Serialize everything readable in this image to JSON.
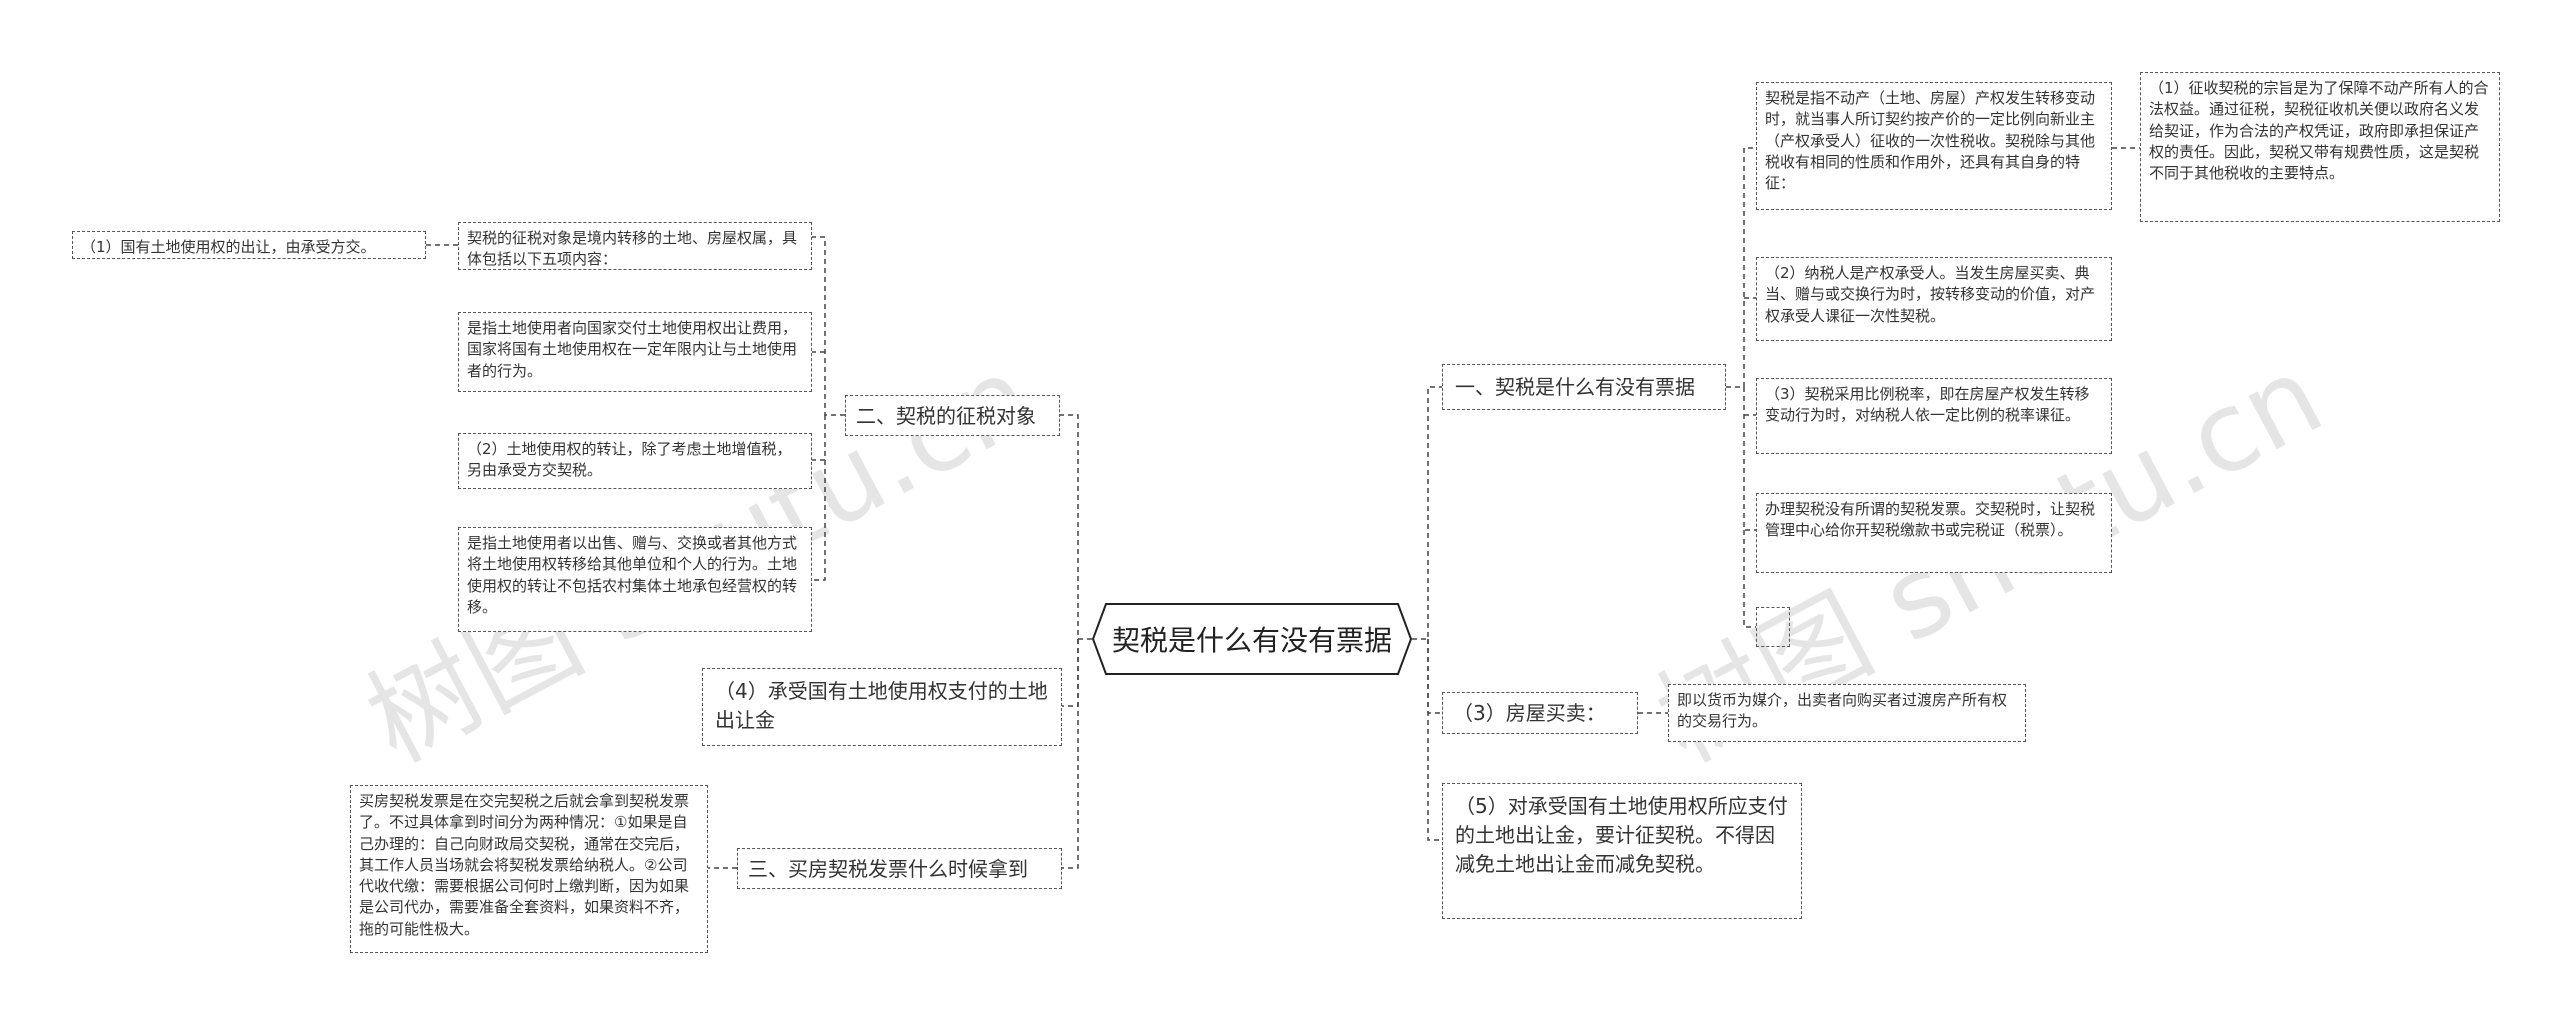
{
  "watermarks": [
    "树图 shutu.cn",
    "树图 shutu.cn"
  ],
  "root": "契税是什么有没有票据",
  "left": {
    "b2": {
      "label": "二、契税的征税对象",
      "items": [
        "契税的征税对象是境内转移的土地、房屋权属，具体包括以下五项内容：",
        "是指土地使用者向国家交付土地使用权出让费用，国家将国有土地使用权在一定年限内让与土地使用者的行为。",
        "（2）土地使用权的转让，除了考虑土地增值税，另由承受方交契税。",
        "是指土地使用者以出售、赠与、交换或者其他方式将土地使用权转移给其他单位和个人的行为。土地使用权的转让不包括农村集体土地承包经营权的转移。"
      ],
      "sub": "（1）国有土地使用权的出让，由承受方交。"
    },
    "b4": "（4）承受国有土地使用权支付的土地出让金",
    "b3": {
      "label": "三、买房契税发票什么时候拿到",
      "detail": "买房契税发票是在交完契税之后就会拿到契税发票了。不过具体拿到时间分为两种情况：①如果是自己办理的：自己向财政局交契税，通常在交完后，其工作人员当场就会将契税发票给纳税人。②公司代收代缴：需要根据公司何时上缴判断，因为如果是公司代办，需要准备全套资料，如果资料不齐，拖的可能性极大。"
    }
  },
  "right": {
    "b1": {
      "label": "一、契税是什么有没有票据",
      "items": [
        "契税是指不动产（土地、房屋）产权发生转移变动时，就当事人所订契约按产价的一定比例向新业主（产权承受人）征收的一次性税收。契税除与其他税收有相同的性质和作用外，还具有其自身的特征：",
        "（2）纳税人是产权承受人。当发生房屋买卖、典当、赠与或交换行为时，按转移变动的价值，对产权承受人课征一次性契税。",
        "（3）契税采用比例税率，即在房屋产权发生转移变动行为时，对纳税人依一定比例的税率课征。",
        "办理契税没有所谓的契税发票。交契税时，让契税管理中心给你开契税缴款书或完税证（税票）。"
      ],
      "sub": "（1）征收契税的宗旨是为了保障不动产所有人的合法权益。通过征税，契税征收机关便以政府名义发给契证，作为合法的产权凭证，政府即承担保证产权的责任。因此，契税又带有规费性质，这是契税不同于其他税收的主要特点。"
    },
    "b3": {
      "label": "（3）房屋买卖：",
      "detail": "即以货币为媒介，出卖者向购买者过渡房产所有权的交易行为。"
    },
    "b5": "（5）对承受国有土地使用权所应支付的土地出让金，要计征契税。不得因减免土地出让金而减免契税。"
  }
}
